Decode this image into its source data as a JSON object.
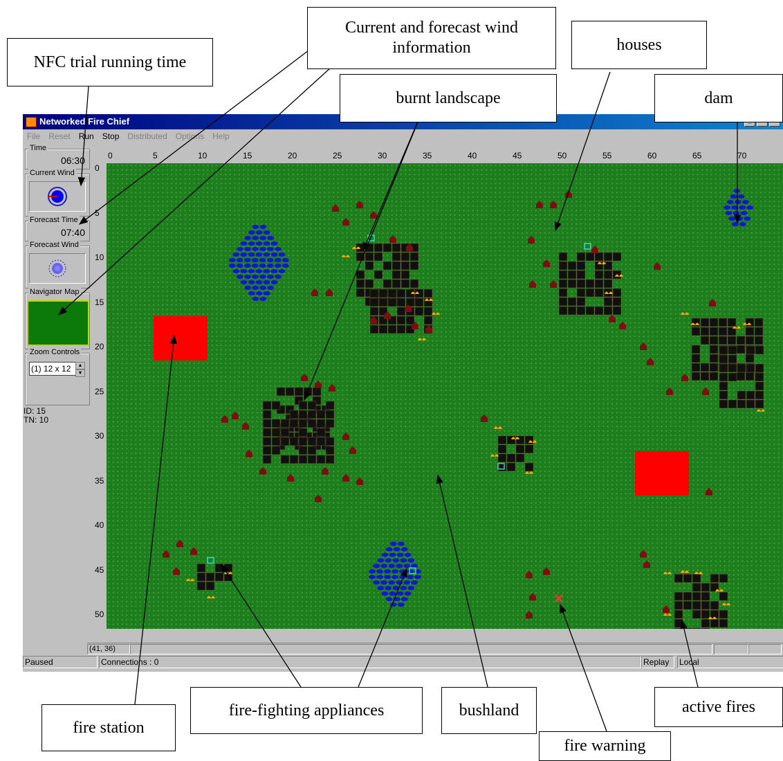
{
  "window": {
    "title": "Networked Fire Chief"
  },
  "menu": [
    "File",
    "Reset",
    "Run",
    "Stop",
    "Distributed",
    "Options",
    "Help"
  ],
  "side_panel": {
    "time_label": "Time",
    "time_value": "06:30",
    "current_wind_label": "Current Wind",
    "forecast_time_label": "Forecast Time",
    "forecast_time_value": "07:40",
    "forecast_wind_label": "Forecast Wind",
    "navigator_label": "Navigator Map",
    "zoom_label": "Zoom Controls",
    "zoom_value": "(1) 12 x 12",
    "id_text": "ID: 15",
    "tn_text": "TN: 10"
  },
  "map": {
    "x_ticks": [
      "0",
      "5",
      "10",
      "15",
      "20",
      "25",
      "30",
      "35",
      "40",
      "45",
      "50",
      "55",
      "60",
      "65",
      "70"
    ],
    "y_ticks": [
      "0",
      "5",
      "10",
      "15",
      "20",
      "25",
      "30",
      "35",
      "40",
      "45",
      "50"
    ],
    "colors": {
      "bushland": "#1e7e1e",
      "burnt": "#101010",
      "fire": "#ffa500",
      "house": "#7a1010",
      "water": "#1414d8",
      "station": "#ff0000"
    }
  },
  "coord_bar": {
    "coords": "(41, 36)"
  },
  "status_bar": {
    "state": "Paused",
    "connections": "Connections : 0",
    "mode": "Replay",
    "location": "Local"
  },
  "callouts": {
    "nfc_time": "NFC trial running time",
    "wind_info": "Current and forecast wind information",
    "houses": "houses",
    "burnt": "burnt landscape",
    "dam": "dam",
    "fire_station": "fire station",
    "appliances": "fire-fighting appliances",
    "bushland": "bushland",
    "active_fires": "active fires",
    "fire_warning": "fire warning"
  }
}
